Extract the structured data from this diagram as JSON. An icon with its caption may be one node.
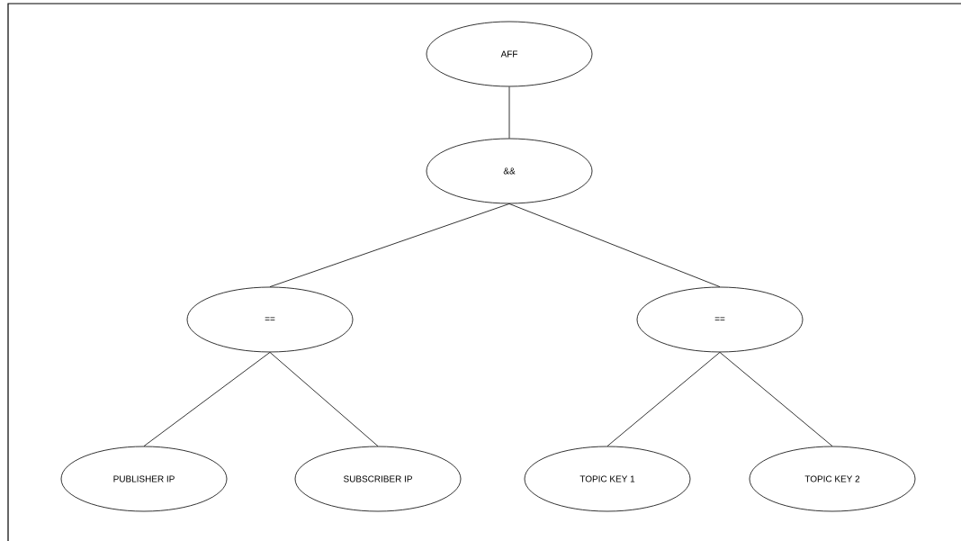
{
  "diagram": {
    "nodes": [
      {
        "text": [
          "AFF"
        ]
      },
      {
        "text": [
          "&&"
        ]
      },
      {
        "text": [
          "=="
        ]
      },
      {
        "text": [
          "=="
        ]
      },
      {
        "text": [
          "PUBLISHER IP"
        ]
      },
      {
        "text": [
          "SUBSCRIBER IP"
        ]
      },
      {
        "text": [
          "TOPIC KEY 1"
        ]
      },
      {
        "text": [
          "TOPIC KEY 2"
        ]
      }
    ],
    "edges": [
      {
        "from": 0,
        "to": 1,
        "arrow": "none"
      },
      {
        "from": 1,
        "to": 2,
        "arrow": "none"
      },
      {
        "from": 1,
        "to": 3,
        "arrow": "none"
      },
      {
        "from": 2,
        "to": 4,
        "arrow": "none"
      },
      {
        "from": 2,
        "to": 5,
        "arrow": "none"
      },
      {
        "from": 3,
        "to": 6,
        "arrow": "none"
      },
      {
        "from": 3,
        "to": 7,
        "arrow": "none"
      }
    ]
  }
}
